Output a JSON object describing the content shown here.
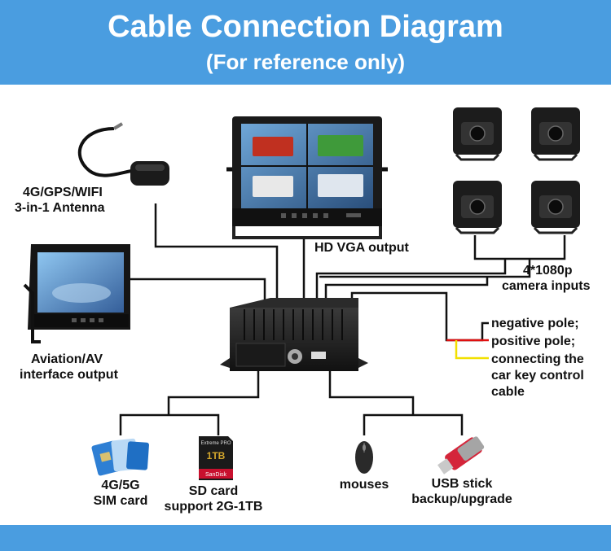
{
  "header": {
    "title": "Cable Connection Diagram",
    "subtitle": "(For reference only)"
  },
  "labels": {
    "antenna": [
      "4G/GPS/WIFI",
      "3-in-1 Antenna"
    ],
    "hd_vga": "HD VGA output",
    "cameras": [
      "4*1080p",
      "camera inputs"
    ],
    "av_output": [
      "Aviation/AV",
      "interface output"
    ],
    "negative": "negative pole;",
    "positive": "positive pole;",
    "key_cable": [
      "connecting the",
      "car key control",
      "cable"
    ],
    "sim": [
      "4G/5G",
      "SIM card"
    ],
    "sd": [
      "SD card",
      "support 2G-1TB"
    ],
    "mouse": "mouses",
    "usb": [
      "USB stick",
      "backup/upgrade"
    ]
  },
  "images": {
    "sd_card": [
      "Extreme PRO",
      "1TB",
      "SanDisk"
    ]
  },
  "colors": {
    "header": "#4a9de0",
    "line": "#111111",
    "positive_wire": "#e01010",
    "key_wire": "#f2e000"
  }
}
